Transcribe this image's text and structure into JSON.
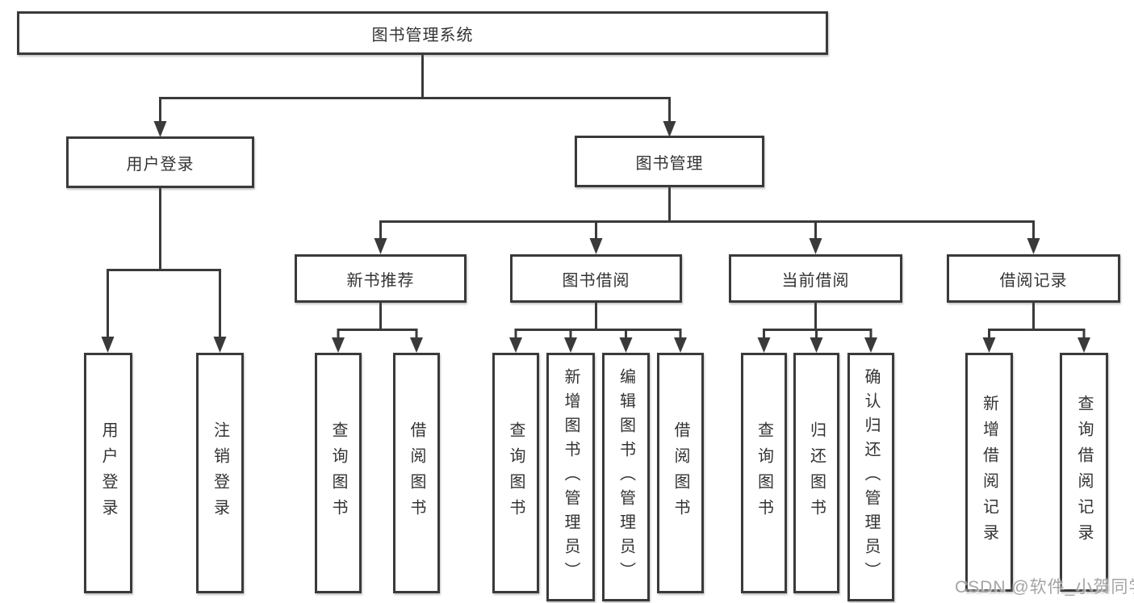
{
  "title": "图书管理系统",
  "tree": {
    "label": "图书管理系统",
    "children": [
      {
        "label": "用户登录",
        "children": [
          {
            "label": "用户登录"
          },
          {
            "label": "注销登录"
          }
        ]
      },
      {
        "label": "图书管理",
        "children": [
          {
            "label": "新书推荐",
            "children": [
              {
                "label": "查询图书"
              },
              {
                "label": "借阅图书"
              }
            ]
          },
          {
            "label": "图书借阅",
            "children": [
              {
                "label": "查询图书"
              },
              {
                "label": "新增图书（管理员）"
              },
              {
                "label": "编辑图书（管理员）"
              },
              {
                "label": "借阅图书"
              }
            ]
          },
          {
            "label": "当前借阅",
            "children": [
              {
                "label": "查询图书"
              },
              {
                "label": "归还图书"
              },
              {
                "label": "确认归还（管理员）"
              }
            ]
          },
          {
            "label": "借阅记录",
            "children": [
              {
                "label": "新增借阅记录"
              },
              {
                "label": "查询借阅记录"
              }
            ]
          }
        ]
      }
    ]
  },
  "watermark": "CSDN @软件_小贺同学",
  "colors": {
    "line": "#3a3a3a",
    "text": "#333333",
    "background": "#ffffff",
    "watermark": "#949494"
  }
}
